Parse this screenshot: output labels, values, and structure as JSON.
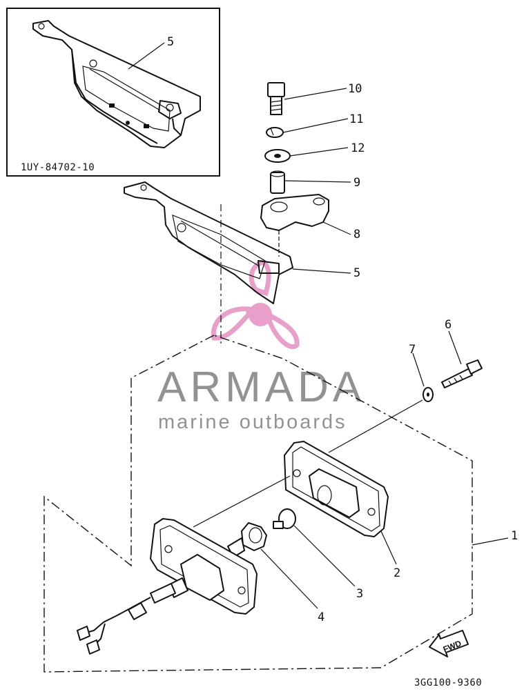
{
  "inset": {
    "part_label": "5",
    "code": "1UY-84702-10"
  },
  "callouts": {
    "c10": "10",
    "c11": "11",
    "c12": "12",
    "c9": "9",
    "c8": "8",
    "c5": "5",
    "c6": "6",
    "c7": "7",
    "c1": "1",
    "c2": "2",
    "c3": "3",
    "c4": "4"
  },
  "fwd_label": "FWD",
  "diagram_code": "3GG100-9360",
  "watermark": {
    "brand": "ARMADA",
    "tagline": "marine outboards",
    "brand_color": "#e79bc8",
    "text_color": "#8d8d8d"
  }
}
